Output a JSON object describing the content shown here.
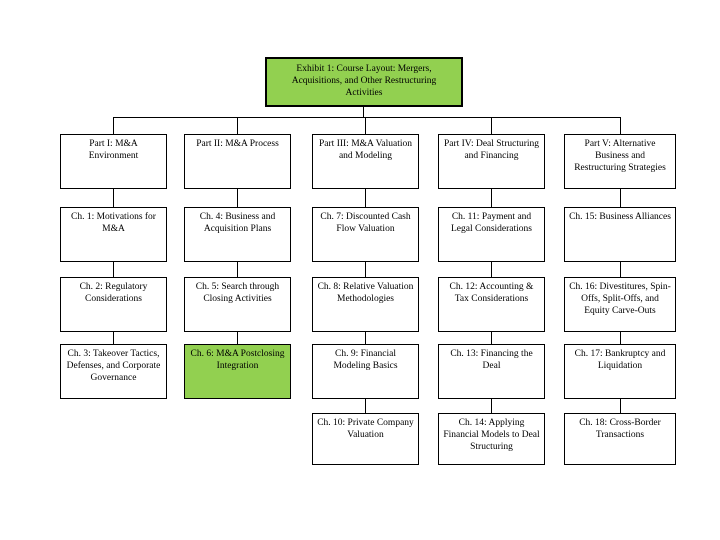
{
  "title_box": {
    "text": "Exhibit 1: Course Layout: Mergers, Acquisitions, and Other Restructuring Activities"
  },
  "colors": {
    "highlight_green": "#92D050",
    "line": "#000000"
  },
  "columns": [
    {
      "part": "Part I: M&A Environment",
      "chapters": [
        "Ch. 1: Motivations for M&A",
        "Ch. 2: Regulatory Considerations",
        "Ch. 3: Takeover Tactics, Defenses, and Corporate Governance"
      ]
    },
    {
      "part": "Part II: M&A Process",
      "chapters": [
        "Ch. 4: Business and Acquisition Plans",
        "Ch. 5: Search through Closing Activities",
        "Ch. 6: M&A Postclosing Integration"
      ],
      "highlighted_chapter": "Ch. 6: M&A Postclosing Integration"
    },
    {
      "part": "Part III: M&A Valuation and Modeling",
      "chapters": [
        "Ch. 7: Discounted Cash Flow Valuation",
        "Ch. 8: Relative Valuation Methodologies",
        "Ch. 9: Financial Modeling Basics",
        "Ch. 10: Private Company Valuation"
      ]
    },
    {
      "part": "Part IV: Deal Structuring and Financing",
      "chapters": [
        "Ch. 11: Payment and Legal Considerations",
        "Ch. 12: Accounting & Tax Considerations",
        "Ch. 13: Financing the Deal",
        "Ch. 14: Applying Financial Models to Deal Structuring"
      ]
    },
    {
      "part": "Part V: Alternative Business and Restructuring Strategies",
      "chapters": [
        "Ch. 15: Business Alliances",
        "Ch. 16: Divestitures, Spin-Offs, Split-Offs, and Equity Carve-Outs",
        "Ch. 17: Bankruptcy and Liquidation",
        "Ch. 18: Cross-Border Transactions"
      ]
    }
  ]
}
